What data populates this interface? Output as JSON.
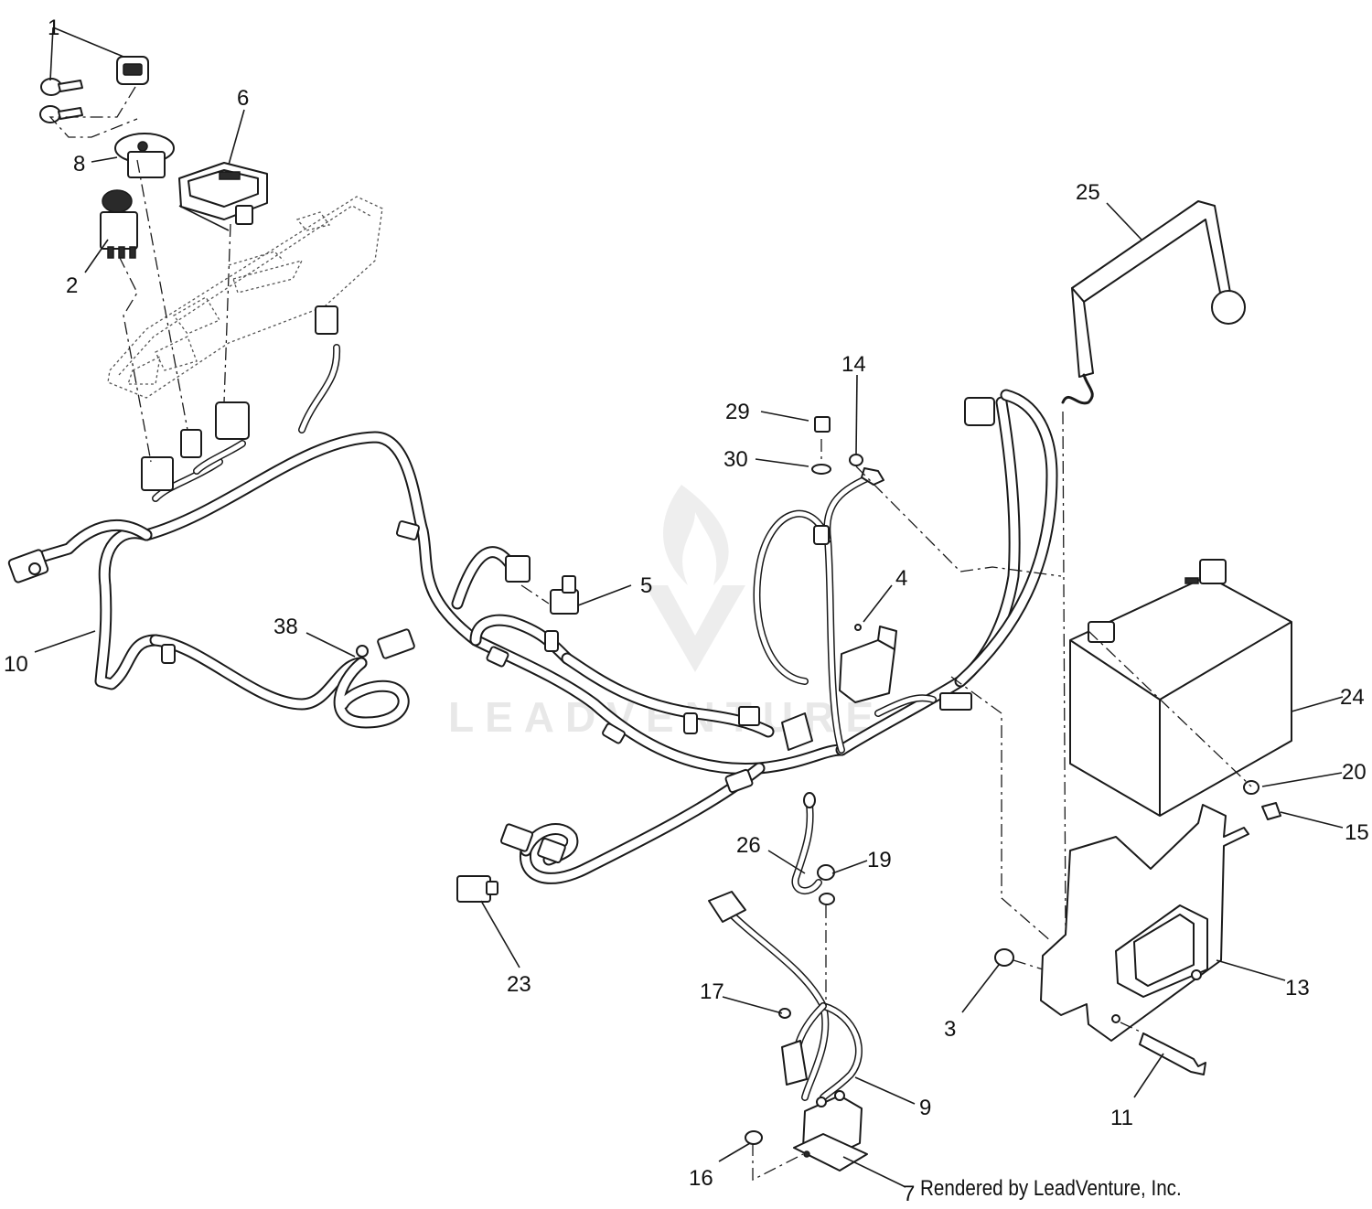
{
  "watermark": {
    "text": "LEADVENTURE"
  },
  "credit": "Rendered by LeadVenture, Inc.",
  "callouts": [
    {
      "id": "1",
      "label": "1"
    },
    {
      "id": "2",
      "label": "2"
    },
    {
      "id": "3",
      "label": "3"
    },
    {
      "id": "4",
      "label": "4"
    },
    {
      "id": "5",
      "label": "5"
    },
    {
      "id": "6",
      "label": "6"
    },
    {
      "id": "7",
      "label": "7"
    },
    {
      "id": "8",
      "label": "8"
    },
    {
      "id": "9",
      "label": "9"
    },
    {
      "id": "10",
      "label": "10"
    },
    {
      "id": "11",
      "label": "11"
    },
    {
      "id": "13",
      "label": "13"
    },
    {
      "id": "14",
      "label": "14"
    },
    {
      "id": "15",
      "label": "15"
    },
    {
      "id": "16",
      "label": "16"
    },
    {
      "id": "17",
      "label": "17"
    },
    {
      "id": "19",
      "label": "19"
    },
    {
      "id": "20",
      "label": "20"
    },
    {
      "id": "23",
      "label": "23"
    },
    {
      "id": "24",
      "label": "24"
    },
    {
      "id": "25",
      "label": "25"
    },
    {
      "id": "26",
      "label": "26"
    },
    {
      "id": "29",
      "label": "29"
    },
    {
      "id": "30",
      "label": "30"
    },
    {
      "id": "38",
      "label": "38"
    }
  ]
}
